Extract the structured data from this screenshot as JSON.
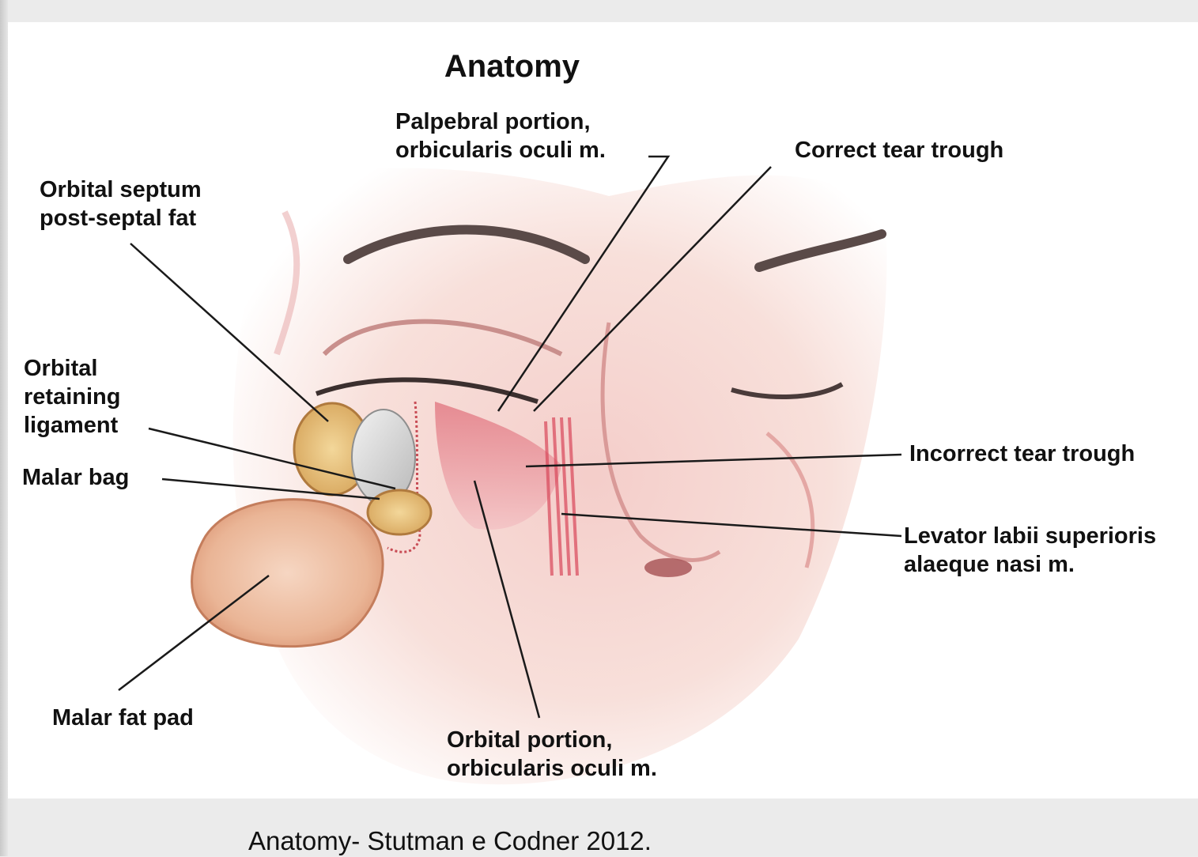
{
  "title": "Anatomy",
  "labels": {
    "palpebral_portion": "Palpebral portion,\norbicularis oculi m.",
    "correct_tear_trough": "Correct tear trough",
    "orbital_septum": "Orbital septum\npost-septal fat",
    "orbital_retaining_ligament": "Orbital\nretaining\nligament",
    "malar_bag": "Malar bag",
    "incorrect_tear_trough": "Incorrect tear trough",
    "levator_labii": "Levator labii superioris\nalaeque nasi m.",
    "malar_fat_pad": "Malar fat pad",
    "orbital_portion": "Orbital portion,\norbicularis oculi m."
  },
  "caption": "Anatomy- Stutman e Codner 2012.",
  "colors": {
    "skin": "#f6ddd6",
    "muscle": "#d9475a",
    "fat": "#e9b77f",
    "leader_line": "#1a1a1a",
    "background": "#ebebeb"
  }
}
